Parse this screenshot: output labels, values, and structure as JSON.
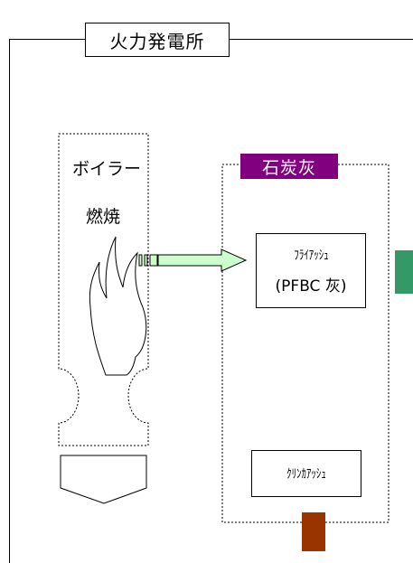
{
  "station": {
    "title": "火力発電所"
  },
  "boiler": {
    "title": "ボイラー",
    "combustion": "燃焼"
  },
  "coal_ash": {
    "title": "石炭灰",
    "fly_ash": {
      "name": "ﾌﾗｲｱｯｼｭ",
      "note": "(PFBC 灰)"
    },
    "clinker_ash": {
      "name": "ｸﾘﾝｶｱｯｼｭ"
    }
  },
  "colors": {
    "coal_ash_tag": "#800080",
    "arrow_fill": "#ccffcc",
    "fly_ash_outlet": "#339966",
    "clinker_outlet": "#993300"
  }
}
